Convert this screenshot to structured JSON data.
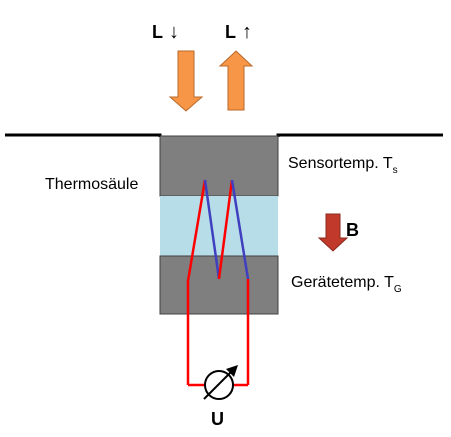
{
  "labels": {
    "longwave_down": "L",
    "longwave_up": "L",
    "thermopile": "Thermosäule",
    "sensor_temp": "Sensortemp. T",
    "sensor_temp_sub": "s",
    "device_temp": "Gerätetemp. T",
    "device_temp_sub": "G",
    "heat_flux": "B",
    "voltage": "U"
  },
  "colors": {
    "orange_arrow": "#f79646",
    "red_arrow": "#c0392b",
    "block_gray": "#7f7f7f",
    "glass_blue": "#b7dde8",
    "wire_red": "#ff0000",
    "wire_blue": "#3f3fbf"
  },
  "icons": {
    "down_arrow": "↓",
    "up_arrow": "↑"
  }
}
